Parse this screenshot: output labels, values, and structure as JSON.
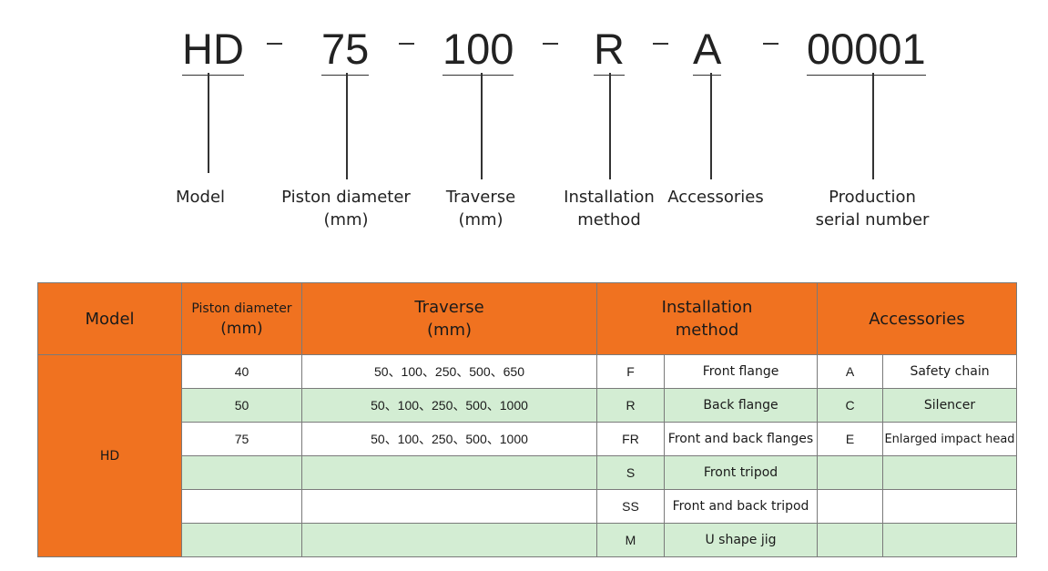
{
  "code": {
    "model": "HD",
    "piston": "75",
    "traverse": "100",
    "installation": "R",
    "accessory": "A",
    "serial": "00001"
  },
  "labels": {
    "model": "Model",
    "piston_l1": "Piston diameter",
    "piston_l2": "(mm)",
    "traverse_l1": "Traverse",
    "traverse_l2": "(mm)",
    "install_l1": "Installation",
    "install_l2": "method",
    "accessories": "Accessories",
    "serial_l1": "Production",
    "serial_l2": "serial number"
  },
  "table": {
    "headers": {
      "model": "Model",
      "piston_l1": "Piston diameter",
      "piston_l2": "(mm)",
      "traverse_l1": "Traverse",
      "traverse_l2": "(mm)",
      "install_l1": "Installation",
      "install_l2": "method",
      "accessories": "Accessories"
    },
    "model_value": "HD",
    "rows": [
      {
        "piston": "40",
        "traverse": "50、100、250、500、650",
        "install_code": "F",
        "install_desc": "Front flange",
        "acc_code": "A",
        "acc_desc": "Safety chain"
      },
      {
        "piston": "50",
        "traverse": "50、100、250、500、1000",
        "install_code": "R",
        "install_desc": "Back flange",
        "acc_code": "C",
        "acc_desc": "Silencer"
      },
      {
        "piston": "75",
        "traverse": "50、100、250、500、1000",
        "install_code": "FR",
        "install_desc": "Front and back flanges",
        "acc_code": "E",
        "acc_desc": "Enlarged impact head"
      },
      {
        "piston": "",
        "traverse": "",
        "install_code": "S",
        "install_desc": "Front tripod",
        "acc_code": "",
        "acc_desc": ""
      },
      {
        "piston": "",
        "traverse": "",
        "install_code": "SS",
        "install_desc": "Front and back tripod",
        "acc_code": "",
        "acc_desc": ""
      },
      {
        "piston": "",
        "traverse": "",
        "install_code": "M",
        "install_desc": "U shape jig",
        "acc_code": "",
        "acc_desc": ""
      }
    ]
  },
  "colors": {
    "header_orange": "#f07220",
    "row_green": "#d3edd3",
    "row_white": "#ffffff"
  }
}
